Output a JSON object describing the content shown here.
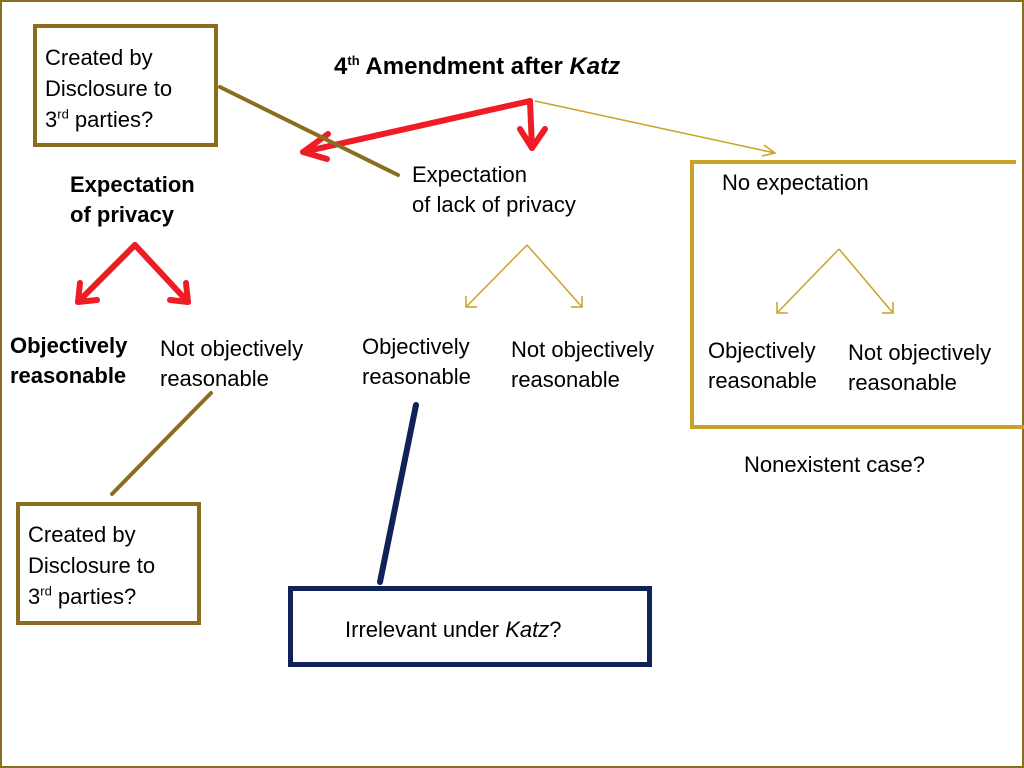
{
  "title": {
    "prefix": "4",
    "sup": "th",
    "main": " Amendment after ",
    "case": "Katz"
  },
  "disclosure_note": {
    "line1": "Created by",
    "line2": "Disclosure to",
    "line3_prefix": "3",
    "line3_sup": "rd",
    "line3_suffix": " parties?"
  },
  "branches": {
    "expectation": {
      "line1": "Expectation",
      "line2": "of privacy"
    },
    "lack": {
      "line1": "Expectation",
      "line2": "of lack of privacy"
    },
    "none": {
      "label": "No expectation"
    }
  },
  "leaves": {
    "obj_line1": "Objectively",
    "obj_line2": "reasonable",
    "notobj_line1": "Not objectively",
    "notobj_line2": "reasonable"
  },
  "nonexistent": "Nonexistent case?",
  "irrelevant": {
    "prefix": "Irrelevant under ",
    "case": "Katz",
    "suffix": "?"
  },
  "colors": {
    "red": "#ee1c24",
    "gold": "#8c6d1f",
    "light_gold": "#c9a227",
    "navy": "#0f2356"
  }
}
